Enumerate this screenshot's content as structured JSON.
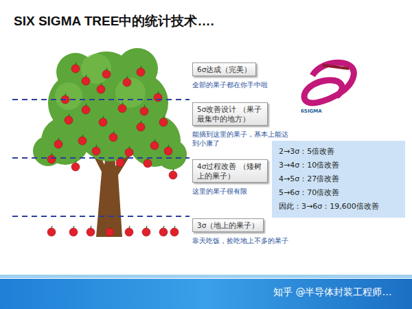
{
  "diagram": {
    "title": "SIX SIGMA TREE中的统计技术….",
    "nodes": [
      {
        "text": [
          "6σ达成（完美）",
          "全部的果子都在你手中啦"
        ]
      },
      {
        "text": [
          "5σ改善设计 （果子最集中的地方）",
          "能摘到这里的果子，基本上能达到小康了"
        ]
      },
      {
        "text": [
          "4σ过程改善 （矮树上的果子）",
          "这里的果子很有限"
        ]
      },
      {
        "text": [
          "3σ（地上的果子）",
          "靠天吃饭，捡吃地上不多的果子"
        ]
      },
      {
        "text": [
          "2→3σ：5倍改善",
          "3→4σ：10倍改善",
          "4→5σ：27倍改善",
          "5→6σ：70倍改善",
          "因此：3→6σ：19,600倍改善"
        ]
      }
    ],
    "labels": [
      "6SIGMA",
      "知乎 @半导体封装工程师…"
    ]
  }
}
